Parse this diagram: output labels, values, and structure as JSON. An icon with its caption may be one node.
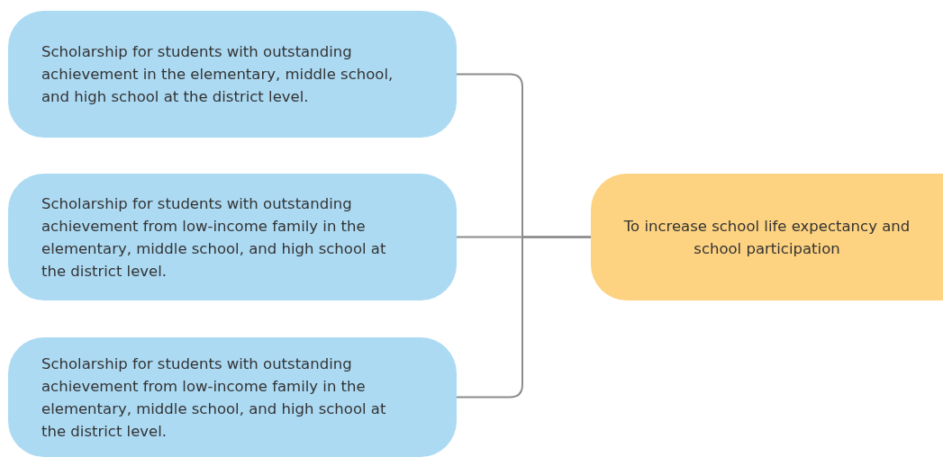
{
  "diagram": {
    "nodes": [
      {
        "text": [
          "Scholarship for students with outstanding achievement in the elementary, middle school, and high school at the district level."
        ]
      },
      {
        "text": [
          "Scholarship for students with outstanding achievement from low-income family in the elementary, middle school, and high school at the district level."
        ]
      },
      {
        "text": [
          "Scholarship for students with outstanding achievement from low-income family in the elementary, middle school, and high school at the district level."
        ]
      },
      {
        "text": [
          "To increase school life expectancy and school participation"
        ]
      }
    ],
    "edges": [
      {
        "from": 0,
        "to": 3,
        "arrow": "none"
      },
      {
        "from": 1,
        "to": 3,
        "arrow": "none"
      },
      {
        "from": 2,
        "to": 3,
        "arrow": "none"
      }
    ]
  }
}
